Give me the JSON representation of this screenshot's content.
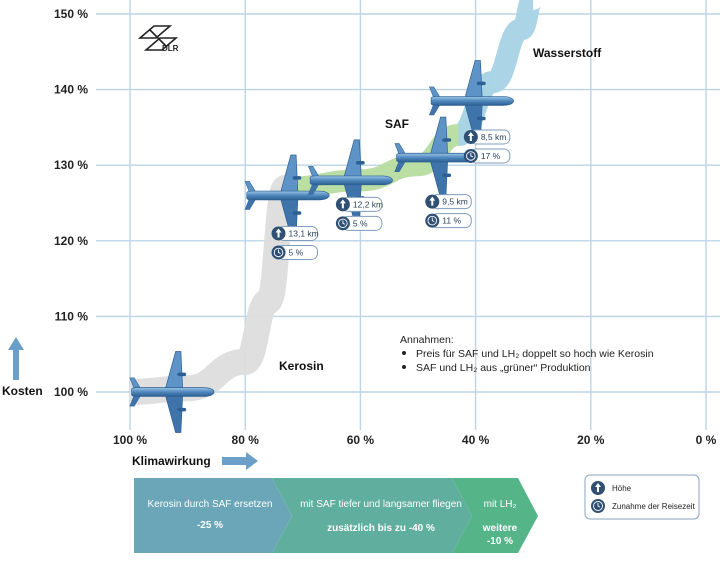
{
  "chart_data": {
    "type": "line",
    "xlabel": "Klimawirkung",
    "ylabel": "Kosten",
    "x_ticks": [
      "100 %",
      "80 %",
      "60 %",
      "40 %",
      "20 %",
      "0 %"
    ],
    "y_ticks": [
      "100 %",
      "110 %",
      "120 %",
      "130 %",
      "140 %",
      "150 %"
    ],
    "xlim": [
      100,
      0
    ],
    "ylim": [
      95,
      150
    ],
    "grid": true,
    "series": [
      {
        "name": "Kerosin",
        "color": "#dddddd",
        "x": [
          100,
          90,
          80,
          76,
          73
        ],
        "y": [
          100,
          100.5,
          104,
          112,
          127
        ]
      },
      {
        "name": "SAF",
        "color": "#b7dca0",
        "x": [
          73,
          60,
          50,
          43,
          37
        ],
        "y": [
          127,
          128,
          130,
          134,
          141
        ]
      },
      {
        "name": "Wasserstoff",
        "color": "#a6d3e6",
        "x": [
          43,
          37,
          32,
          30
        ],
        "y": [
          134,
          141,
          148,
          152
        ]
      }
    ],
    "aircraft": [
      {
        "x": 93,
        "y": 100,
        "hoehe": null,
        "reisezeit": null
      },
      {
        "x": 73,
        "y": 126,
        "hoehe": "13,1 km",
        "reisezeit": "5 %"
      },
      {
        "x": 62,
        "y": 128,
        "hoehe": "12,2 km",
        "reisezeit": "5 %"
      },
      {
        "x": 47,
        "y": 131,
        "hoehe": "9,5 km",
        "reisezeit": "11 %"
      },
      {
        "x": 41,
        "y": 138.5,
        "hoehe": "8,5 km",
        "reisezeit": "17 %"
      }
    ],
    "annotations": {
      "heading": "Annahmen:",
      "bullets": [
        "Preis für SAF und LH₂ doppelt so hoch wie Kerosin",
        "SAF und LH₂ aus „grüner“ Produktion"
      ]
    }
  },
  "logo_text": "DLR",
  "labels": {
    "kerosin": "Kerosin",
    "saf": "SAF",
    "wasserstoff": "Wasserstoff"
  },
  "steps": [
    {
      "label": "Kerosin durch SAF ersetzen",
      "value": "-25 %",
      "color": "#6aa6b8"
    },
    {
      "label": "mit SAF tiefer und langsamer fliegen",
      "value": "zusätzlich bis zu -40 %",
      "color": "#62b09a"
    },
    {
      "label": "mit LH₂",
      "value": "weitere -10 %",
      "value_line1": "weitere",
      "value_line2": "-10 %",
      "color": "#56b489"
    }
  ],
  "legend": {
    "hoehe": "Höhe",
    "reisezeit": "Zunahme der Reisezeit"
  },
  "colors": {
    "grid": "#bcd4e6",
    "accent_blue": "#4a79a8",
    "icon_dark": "#2f5073"
  }
}
